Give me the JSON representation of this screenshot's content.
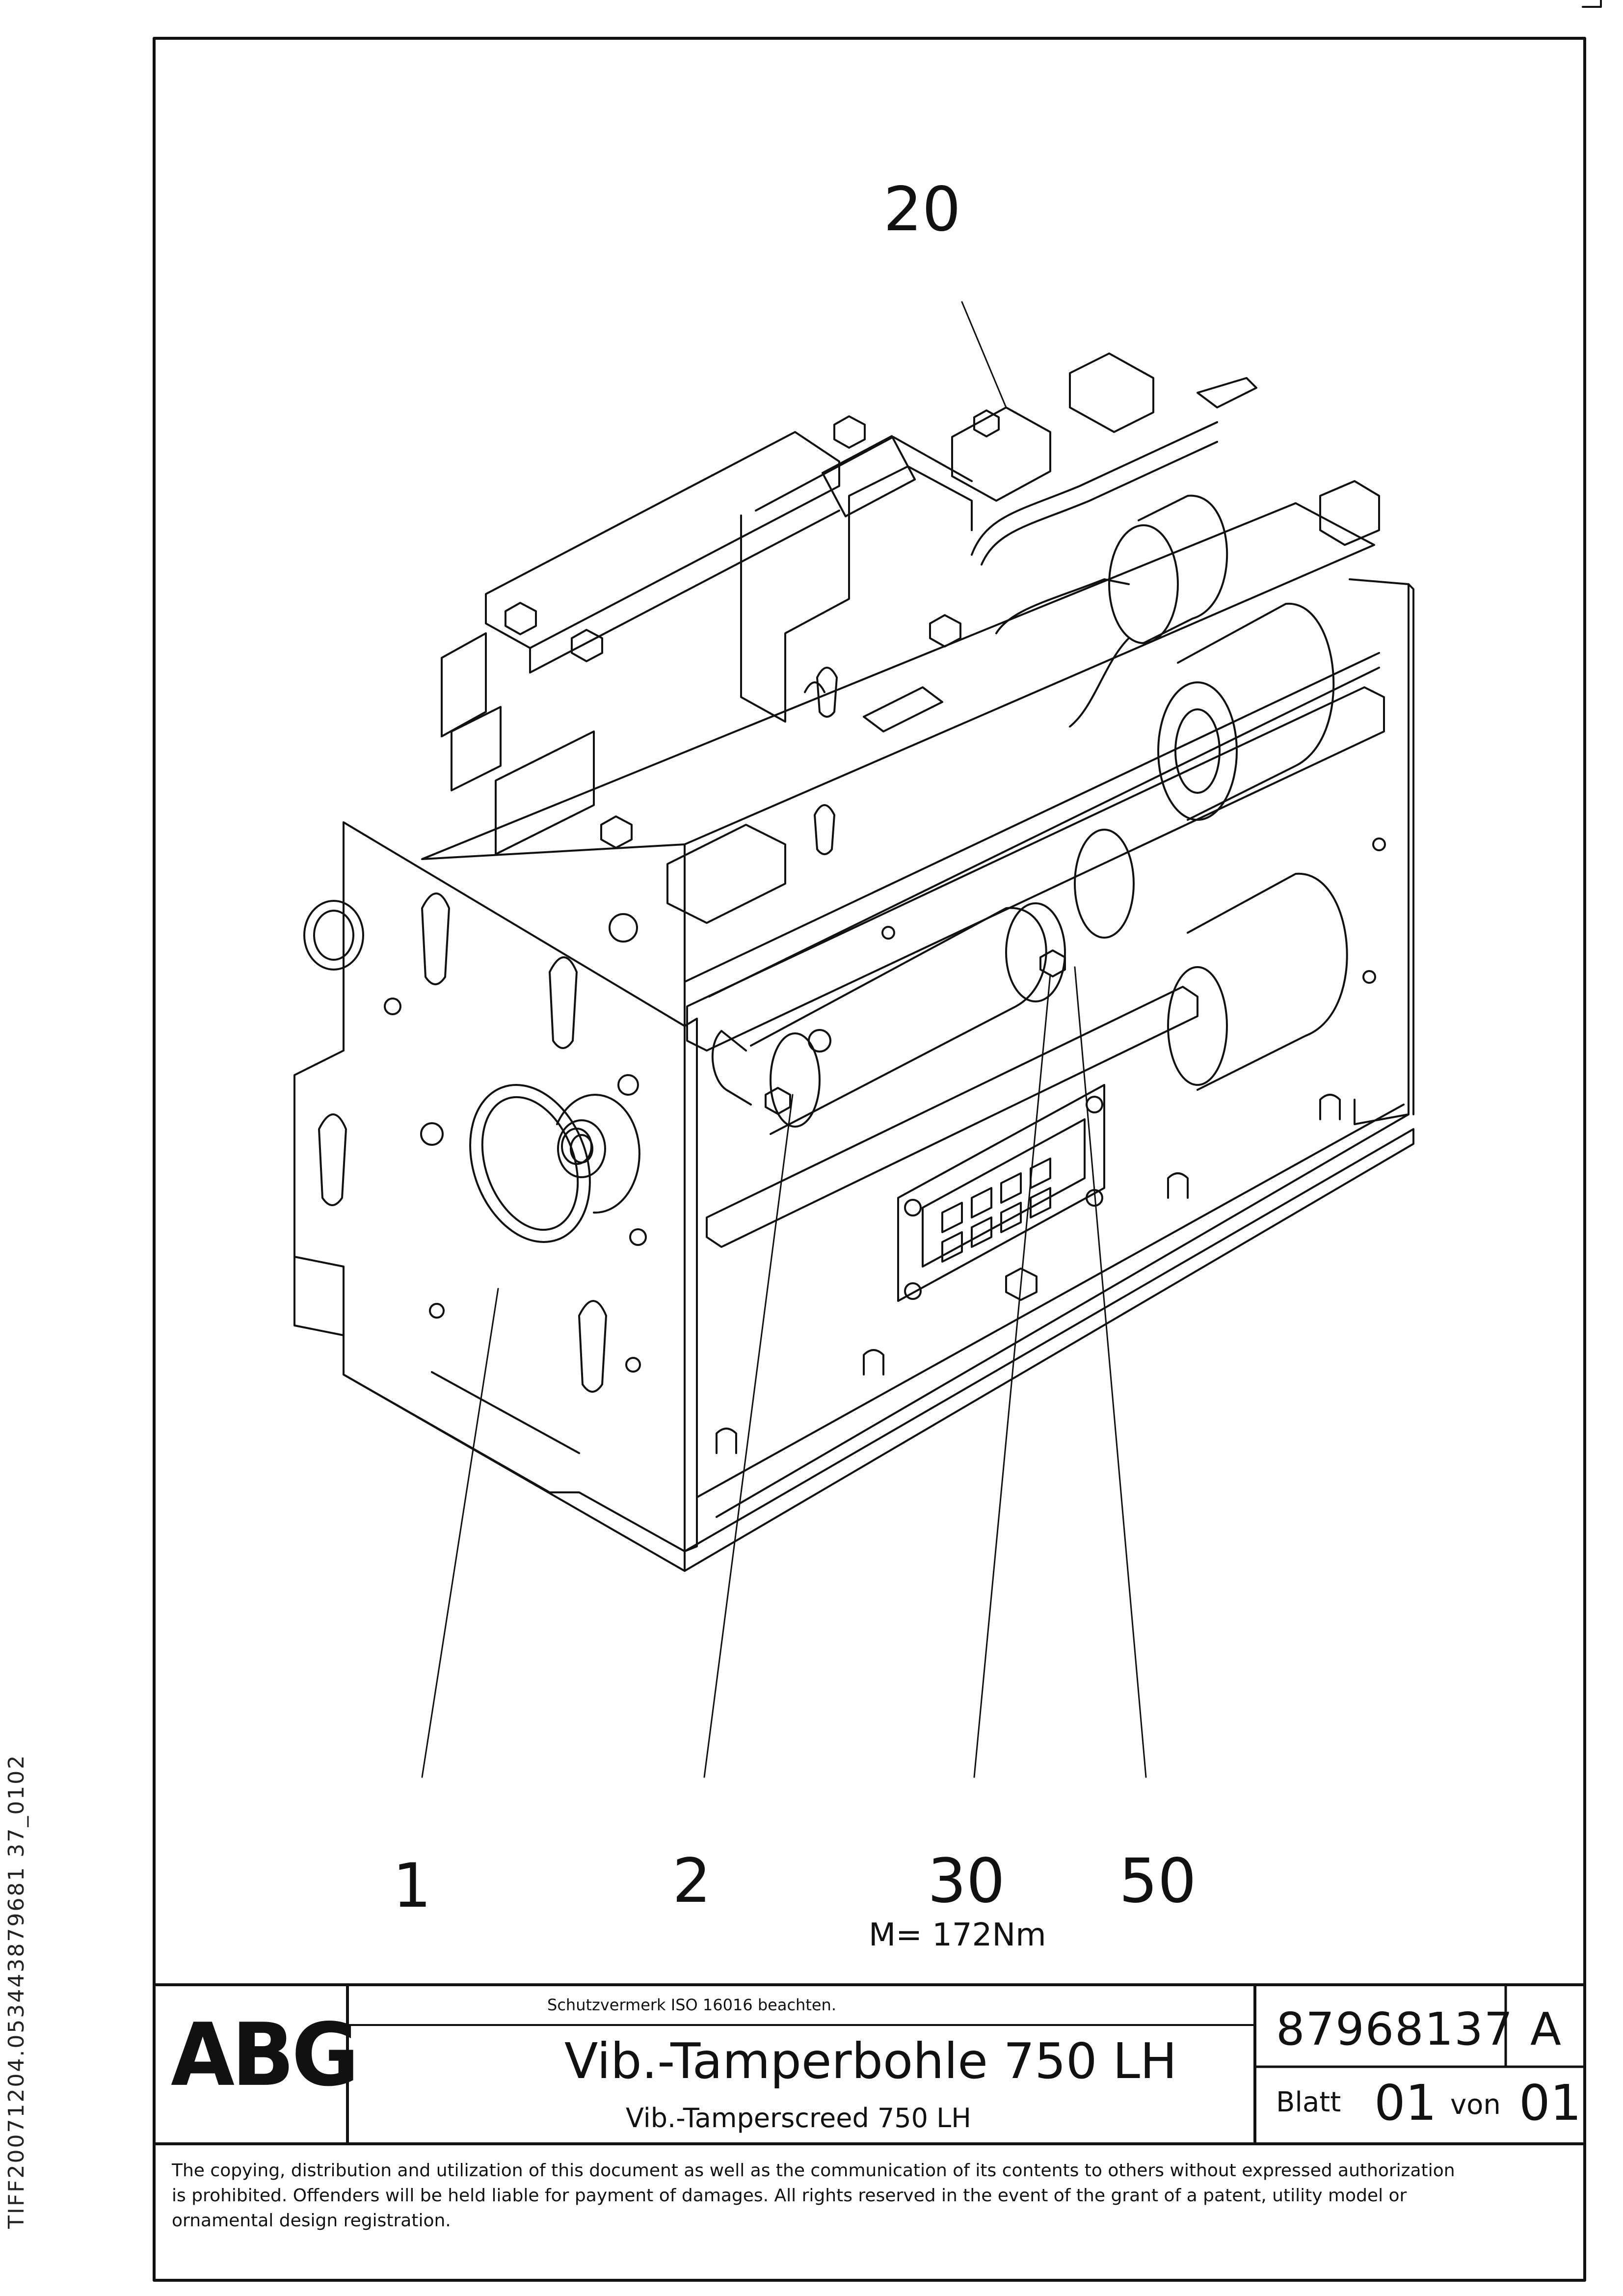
{
  "side_identifier": "TIFF20071204.053443879681 37_0102",
  "callouts": [
    {
      "label": "20"
    },
    {
      "label": "1"
    },
    {
      "label": "2"
    },
    {
      "label": "30"
    },
    {
      "label": "50"
    }
  ],
  "torque_note": "M= 172Nm",
  "title_block": {
    "logo": "ABG",
    "protection_notice": "Schutzvermerk ISO 16016 beachten.",
    "title_de": "Vib.-Tamperbohle 750 LH",
    "title_en": "Vib.-Tamperscreed 750 LH",
    "document_number": "87968137",
    "revision": "A",
    "sheet_label": "Blatt",
    "sheet_number": "01",
    "of_label": "von",
    "sheet_total": "01"
  },
  "copyright_lines": [
    "The copying, distribution and utilization of this document as well as the communication of its contents to others without expressed authorization",
    "is prohibited. Offenders will be held liable for payment of damages. All rights reserved in the event of the grant of a patent, utility model or",
    "ornamental design registration."
  ]
}
